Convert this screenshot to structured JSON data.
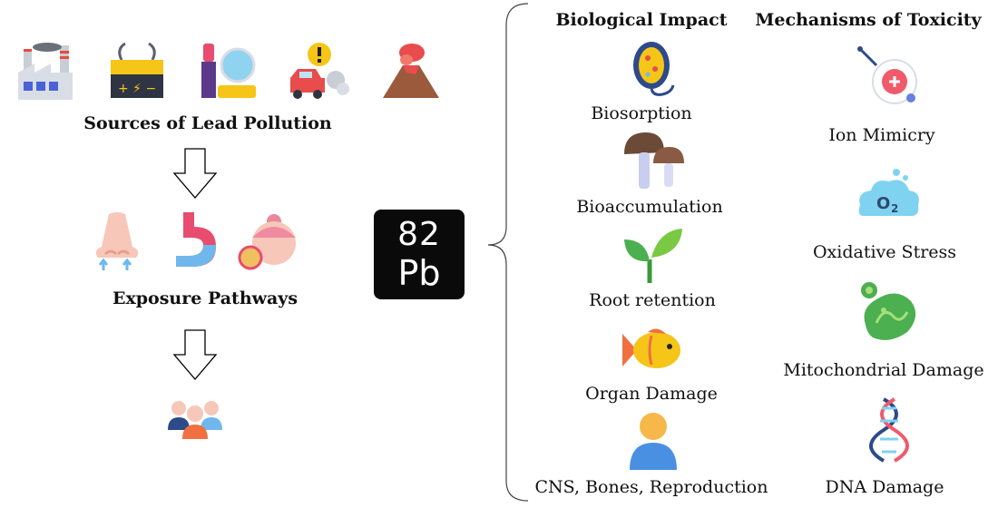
{
  "element": {
    "atomic_number": "82",
    "symbol": "Pb"
  },
  "sources": {
    "title": "Sources of Lead Pollution",
    "icons": [
      "factory-icon",
      "battery-icon",
      "cosmetics-icon",
      "vehicle-exhaust-icon",
      "volcano-icon"
    ]
  },
  "exposure": {
    "title": "Exposure Pathways",
    "icons": [
      "nose-inhalation-icon",
      "stomach-ingestion-icon",
      "skin-contact-icon"
    ],
    "target_icon": "people-group-icon"
  },
  "biological_impact": {
    "heading": "Biological Impact",
    "items": [
      {
        "label": "Biosorption",
        "icon": "bacteria-icon"
      },
      {
        "label": "Bioaccumulation",
        "icon": "mushroom-icon"
      },
      {
        "label": "Root retention",
        "icon": "sprout-icon"
      },
      {
        "label": "Organ Damage",
        "icon": "fish-icon"
      },
      {
        "label": "CNS, Bones, Reproduction",
        "icon": "person-icon"
      }
    ]
  },
  "mechanisms": {
    "heading": "Mechanisms of Toxicity",
    "items": [
      {
        "label": "Ion Mimicry",
        "icon": "ion-icon"
      },
      {
        "label": "Oxidative Stress",
        "icon": "oxygen-cloud-icon"
      },
      {
        "label": "Mitochondrial Damage",
        "icon": "mitochondria-icon"
      },
      {
        "label": "DNA Damage",
        "icon": "dna-icon"
      }
    ]
  },
  "colors": {
    "pb_box": "#0a0a0a",
    "arrow_stroke": "#000000"
  }
}
